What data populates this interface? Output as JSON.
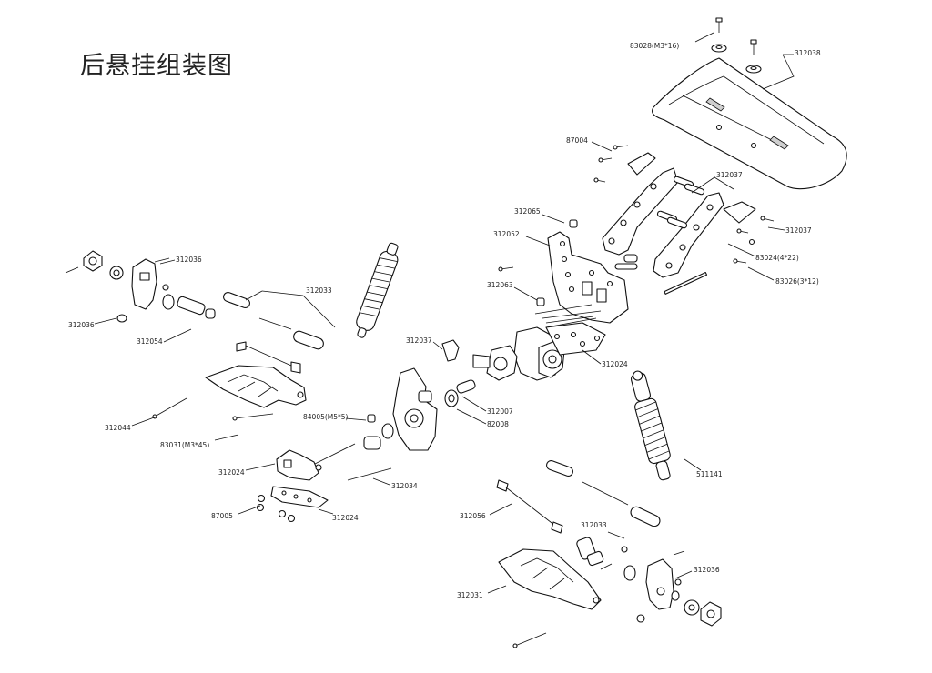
{
  "title": "后悬挂组装图",
  "labels": {
    "p83028": "83028(M3*16)",
    "p312038": "312038",
    "p87004": "87004",
    "p312037a": "312037",
    "p312065": "312065",
    "p312037b": "312037",
    "p312052": "312052",
    "p83024": "83024(4*22)",
    "p83026": "83026(3*12)",
    "p312063": "312063",
    "p312036a": "312036",
    "p312033a": "312033",
    "p312036b": "312036",
    "p312054": "312054",
    "p312037c": "312037",
    "p312024a": "312024",
    "p312007": "312007",
    "p82008": "82008",
    "p84005": "84005(M5*5)",
    "p312044": "312044",
    "p83031": "83031(M3*45)",
    "p511141": "511141",
    "p312024b": "312024",
    "p312034": "312034",
    "p87005": "87005",
    "p312024c": "312024",
    "p312056": "312056",
    "p312033b": "312033",
    "p312036c": "312036",
    "p312031": "312031"
  }
}
